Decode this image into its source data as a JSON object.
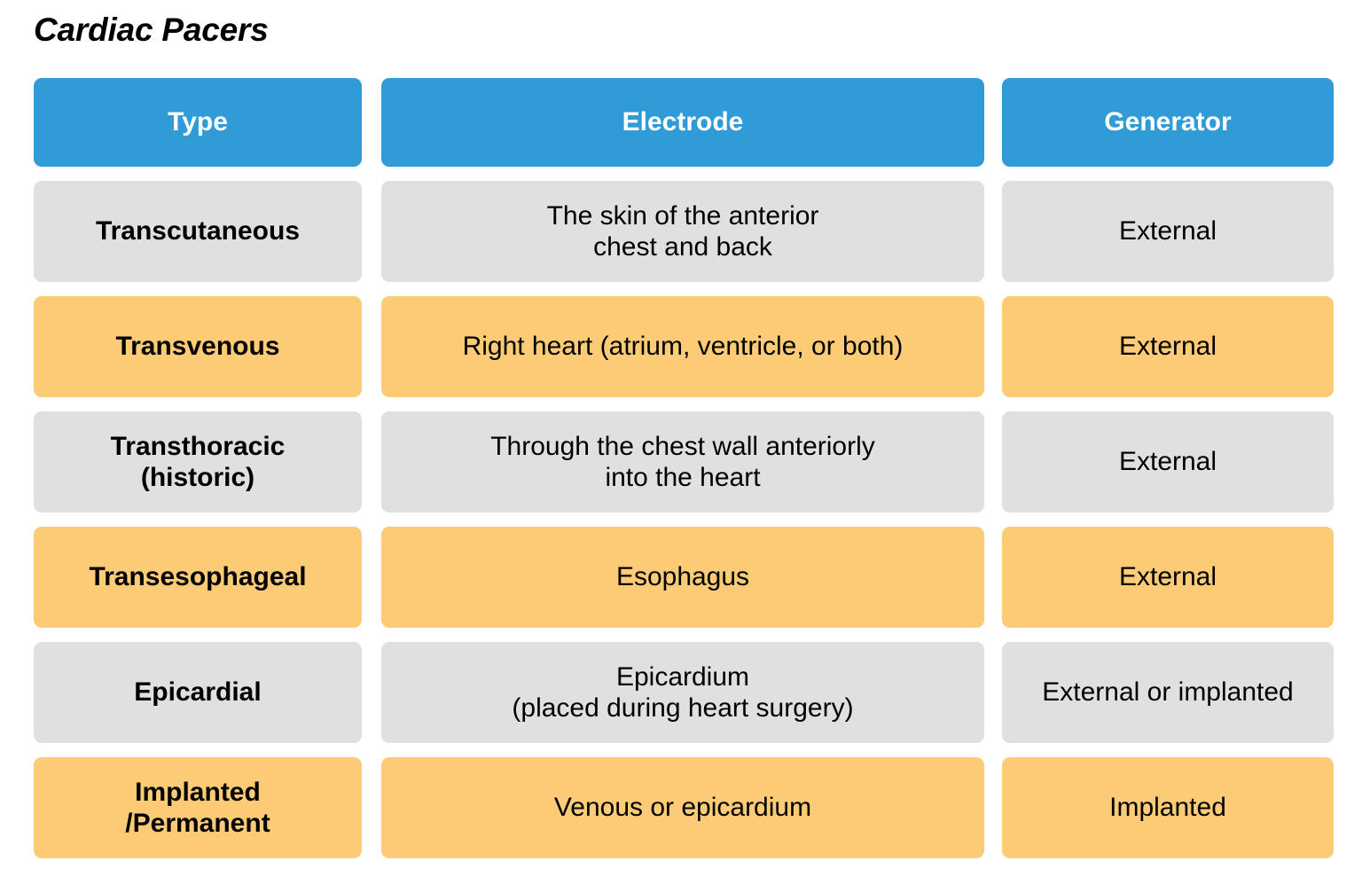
{
  "page": {
    "title": "Cardiac Pacers",
    "background_color": "#FFFFFF"
  },
  "colors": {
    "header_blue": "#2F9BD7",
    "row_grey": "#E0E0E0",
    "row_amber": "#FBCB76",
    "header_text": "#FFFFFF",
    "body_text": "#000000"
  },
  "table": {
    "columns": [
      {
        "key": "type",
        "label": "Type"
      },
      {
        "key": "electrode",
        "label": "Electrode"
      },
      {
        "key": "generator",
        "label": "Generator"
      }
    ],
    "rows": [
      {
        "tone": "grey",
        "type_line1": "Transcutaneous",
        "type_line2": "",
        "electrode_line1": "The skin of the anterior",
        "electrode_line2": "chest and back",
        "generator_line1": "External",
        "generator_line2": ""
      },
      {
        "tone": "amber",
        "type_line1": "Transvenous",
        "type_line2": "",
        "electrode_line1": "Right heart (atrium, ventricle, or both)",
        "electrode_line2": "",
        "generator_line1": "External",
        "generator_line2": ""
      },
      {
        "tone": "grey",
        "type_line1": "Transthoracic",
        "type_line2": "(historic)",
        "electrode_line1": "Through the chest wall anteriorly",
        "electrode_line2": "into the heart",
        "generator_line1": "External",
        "generator_line2": ""
      },
      {
        "tone": "amber",
        "type_line1": "Transesophageal",
        "type_line2": "",
        "electrode_line1": "Esophagus",
        "electrode_line2": "",
        "generator_line1": "External",
        "generator_line2": ""
      },
      {
        "tone": "grey",
        "type_line1": "Epicardial",
        "type_line2": "",
        "electrode_line1": "Epicardium",
        "electrode_line2": "(placed during heart surgery)",
        "generator_line1": "External or implanted",
        "generator_line2": ""
      },
      {
        "tone": "amber",
        "type_line1": "Implanted",
        "type_line2": "/Permanent",
        "electrode_line1": "Venous or epicardium",
        "electrode_line2": "",
        "generator_line1": "Implanted",
        "generator_line2": ""
      }
    ]
  }
}
